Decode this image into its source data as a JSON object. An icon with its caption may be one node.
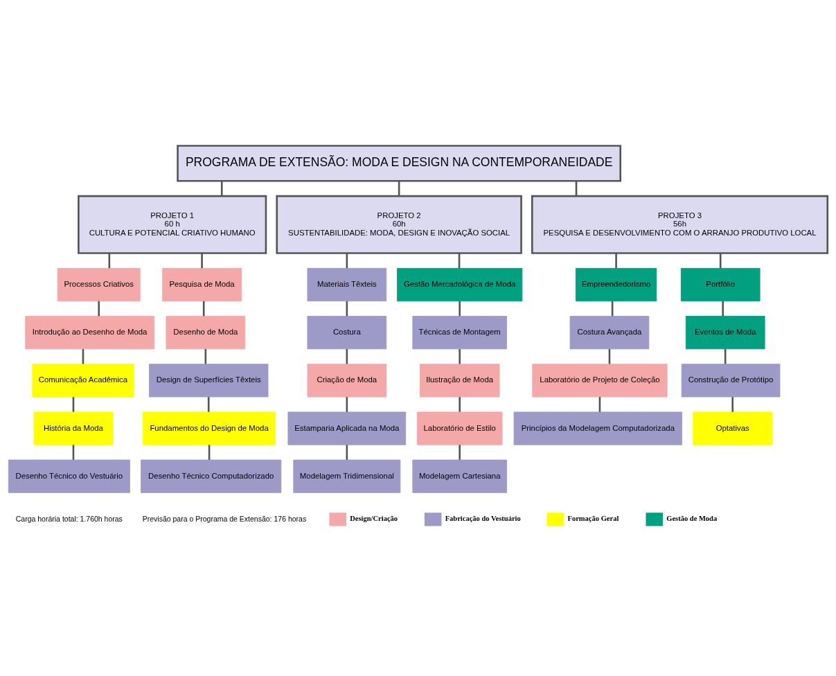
{
  "diagram": {
    "nodes": [
      {
        "text": [
          "PROGRAMA DE EXTENSÃO: MODA E DESIGN NA CONTEMPORANEIDADE"
        ]
      },
      {
        "text": [
          "PROJETO 1",
          "60 h",
          "CULTURA E POTENCIAL CRIATIVO HUMANO"
        ]
      },
      {
        "text": [
          "PROJETO 2",
          "60h",
          "SUSTENTABILIDADE: MODA, DESIGN E INOVAÇÃO SOCIAL"
        ]
      },
      {
        "text": [
          "PROJETO 3",
          "56h",
          "PESQUISA E DESENVOLVIMENTO COM O ARRANJO PRODUTIVO LOCAL"
        ]
      },
      {
        "text": [
          "Processos Criativos"
        ]
      },
      {
        "text": [
          "Introdução ao Desenho de Moda"
        ]
      },
      {
        "text": [
          "Comunicação Acadêmica"
        ]
      },
      {
        "text": [
          "História da Moda"
        ]
      },
      {
        "text": [
          "Desenho Técnico do Vestuário"
        ]
      },
      {
        "text": [
          "Pesquisa de Moda"
        ]
      },
      {
        "text": [
          "Desenho de Moda"
        ]
      },
      {
        "text": [
          "Design de Superfícies Têxteis"
        ]
      },
      {
        "text": [
          "Fundamentos do Design de Moda"
        ]
      },
      {
        "text": [
          "Desenho Técnico Computadorizado"
        ]
      },
      {
        "text": [
          "Materiais Têxteis"
        ]
      },
      {
        "text": [
          "Costura"
        ]
      },
      {
        "text": [
          "Criação de Moda"
        ]
      },
      {
        "text": [
          "Estamparia Aplicada na Moda"
        ]
      },
      {
        "text": [
          "Modelagem Tridimensional"
        ]
      },
      {
        "text": [
          "Gestão Mercadológica de Moda"
        ]
      },
      {
        "text": [
          "Técnicas de Montagem"
        ]
      },
      {
        "text": [
          "Ilustração de Moda"
        ]
      },
      {
        "text": [
          "Laboratório de Estilo"
        ]
      },
      {
        "text": [
          "Modelagem Cartesiana"
        ]
      },
      {
        "text": [
          "Empreendedorismo"
        ]
      },
      {
        "text": [
          "Costura Avançada"
        ]
      },
      {
        "text": [
          "Laboratório de Projeto de Coleção"
        ]
      },
      {
        "text": [
          "Princípios da Modelagem Computadorizada"
        ]
      },
      {
        "text": [
          "Portfólio"
        ]
      },
      {
        "text": [
          "Eventos de Moda"
        ]
      },
      {
        "text": [
          "Construção de Protótipo"
        ]
      },
      {
        "text": [
          "Optativas"
        ]
      }
    ],
    "edges": [
      {
        "from": 0,
        "to": 1,
        "arrow": "none"
      },
      {
        "from": 0,
        "to": 2,
        "arrow": "none"
      },
      {
        "from": 0,
        "to": 3,
        "arrow": "none"
      },
      {
        "from": 1,
        "to": 4,
        "arrow": "none"
      },
      {
        "from": 4,
        "to": 5,
        "arrow": "none"
      },
      {
        "from": 5,
        "to": 6,
        "arrow": "none"
      },
      {
        "from": 6,
        "to": 7,
        "arrow": "none"
      },
      {
        "from": 7,
        "to": 8,
        "arrow": "none"
      },
      {
        "from": 1,
        "to": 9,
        "arrow": "none"
      },
      {
        "from": 9,
        "to": 10,
        "arrow": "none"
      },
      {
        "from": 10,
        "to": 11,
        "arrow": "none"
      },
      {
        "from": 11,
        "to": 12,
        "arrow": "none"
      },
      {
        "from": 12,
        "to": 13,
        "arrow": "none"
      },
      {
        "from": 2,
        "to": 14,
        "arrow": "none"
      },
      {
        "from": 14,
        "to": 15,
        "arrow": "none"
      },
      {
        "from": 15,
        "to": 16,
        "arrow": "none"
      },
      {
        "from": 16,
        "to": 17,
        "arrow": "none"
      },
      {
        "from": 17,
        "to": 18,
        "arrow": "none"
      },
      {
        "from": 2,
        "to": 19,
        "arrow": "none"
      },
      {
        "from": 19,
        "to": 20,
        "arrow": "none"
      },
      {
        "from": 20,
        "to": 21,
        "arrow": "none"
      },
      {
        "from": 21,
        "to": 22,
        "arrow": "none"
      },
      {
        "from": 22,
        "to": 23,
        "arrow": "none"
      },
      {
        "from": 3,
        "to": 24,
        "arrow": "none"
      },
      {
        "from": 24,
        "to": 25,
        "arrow": "none"
      },
      {
        "from": 25,
        "to": 26,
        "arrow": "none"
      },
      {
        "from": 26,
        "to": 27,
        "arrow": "none"
      },
      {
        "from": 3,
        "to": 28,
        "arrow": "none"
      },
      {
        "from": 28,
        "to": 29,
        "arrow": "none"
      },
      {
        "from": 29,
        "to": 30,
        "arrow": "none"
      },
      {
        "from": 30,
        "to": 31,
        "arrow": "none"
      }
    ],
    "labels": [
      "Carga horária total: 1.760h horas",
      "Previsão para o Programa de Extensão: 176 horas"
    ],
    "legend": [
      {
        "text": "Design/Criação",
        "color": "#f4a9a8"
      },
      {
        "text": "Fabricação do Vestuário",
        "color": "#9e9ac8"
      },
      {
        "text": "Formação Geral",
        "color": "#ffff00"
      },
      {
        "text": "Gestão de Moda",
        "color": "#00a081"
      }
    ]
  }
}
